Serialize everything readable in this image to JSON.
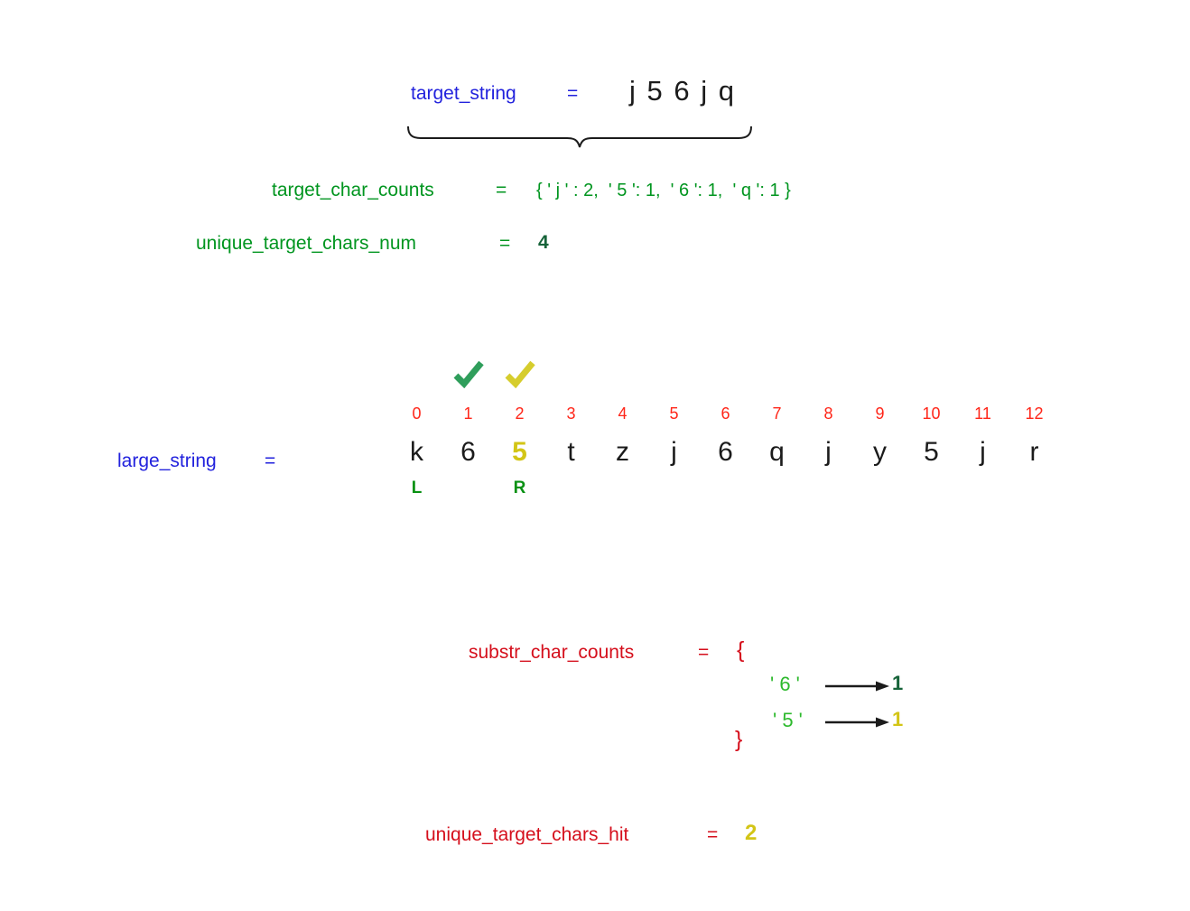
{
  "colors": {
    "label_blue": "#2222dd",
    "label_green": "#00951f",
    "value_dark_green": "#166339",
    "key_bright_green": "#2db92d",
    "check_green": "#2f9e5b",
    "accent_yellow": "#d3c516",
    "label_red": "#d50f1c",
    "index_red": "#ff2619",
    "text_black": "#1b1b1b"
  },
  "target": {
    "label": "target_string",
    "equals": "=",
    "value": "j 5 6 j q"
  },
  "target_counts": {
    "label": "target_char_counts",
    "equals": "=",
    "value": "{ ' j ' : 2,  ' 5 ': 1,  ' 6 ': 1,  ' q ': 1 }"
  },
  "unique_num": {
    "label": "unique_target_chars_num",
    "equals": "=",
    "value": "4"
  },
  "large": {
    "label": "large_string",
    "equals": "=",
    "indices": [
      "0",
      "1",
      "2",
      "3",
      "4",
      "5",
      "6",
      "7",
      "8",
      "9",
      "10",
      "11",
      "12"
    ],
    "chars": [
      "k",
      "6",
      "5",
      "t",
      "z",
      "j",
      "6",
      "q",
      "j",
      "y",
      "5",
      "j",
      "r"
    ],
    "highlight_index": 2,
    "checkmarks": [
      {
        "index": 1,
        "color": "green"
      },
      {
        "index": 2,
        "color": "yellow"
      }
    ],
    "pointers": {
      "left": {
        "label": "L",
        "index": 0
      },
      "right": {
        "label": "R",
        "index": 2
      }
    }
  },
  "substr": {
    "label": "substr_char_counts",
    "equals": "=",
    "open_brace": "{",
    "close_brace": "}",
    "entries": [
      {
        "key": "' 6 '",
        "value": "1",
        "value_color": "dark_green"
      },
      {
        "key": "' 5 '",
        "value": "1",
        "value_color": "yellow"
      }
    ]
  },
  "hit": {
    "label": "unique_target_chars_hit",
    "equals": "=",
    "value": "2"
  }
}
